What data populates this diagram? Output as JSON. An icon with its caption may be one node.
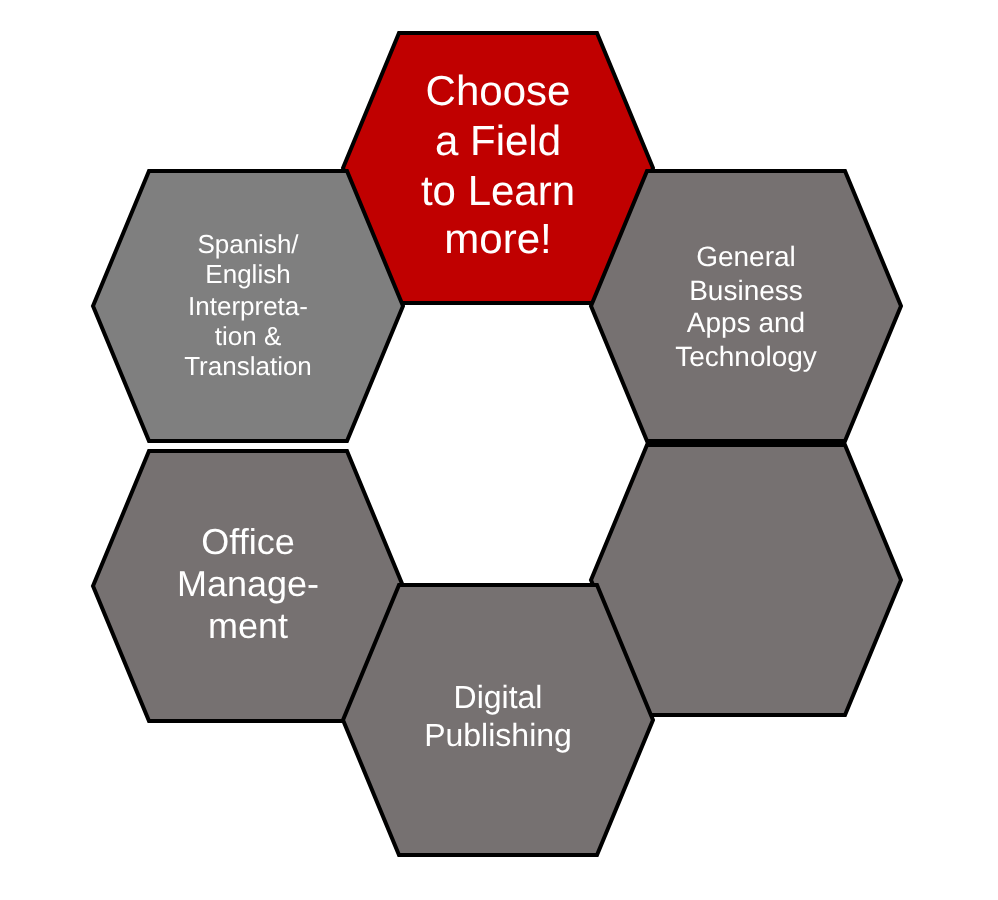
{
  "diagram": {
    "nodes": [
      {
        "text": [
          "Choose a Field to Learn more!"
        ]
      },
      {
        "text": [
          "Spanish/ English Interpreta- tion & Translation"
        ]
      },
      {
        "text": [
          "General Business Apps and Technology"
        ]
      },
      {
        "text": [
          "Office Manage- ment"
        ]
      },
      {
        "text": [],
        "shape": "hexagon"
      },
      {
        "text": [
          "Digital Publishing"
        ]
      }
    ],
    "edges": []
  }
}
